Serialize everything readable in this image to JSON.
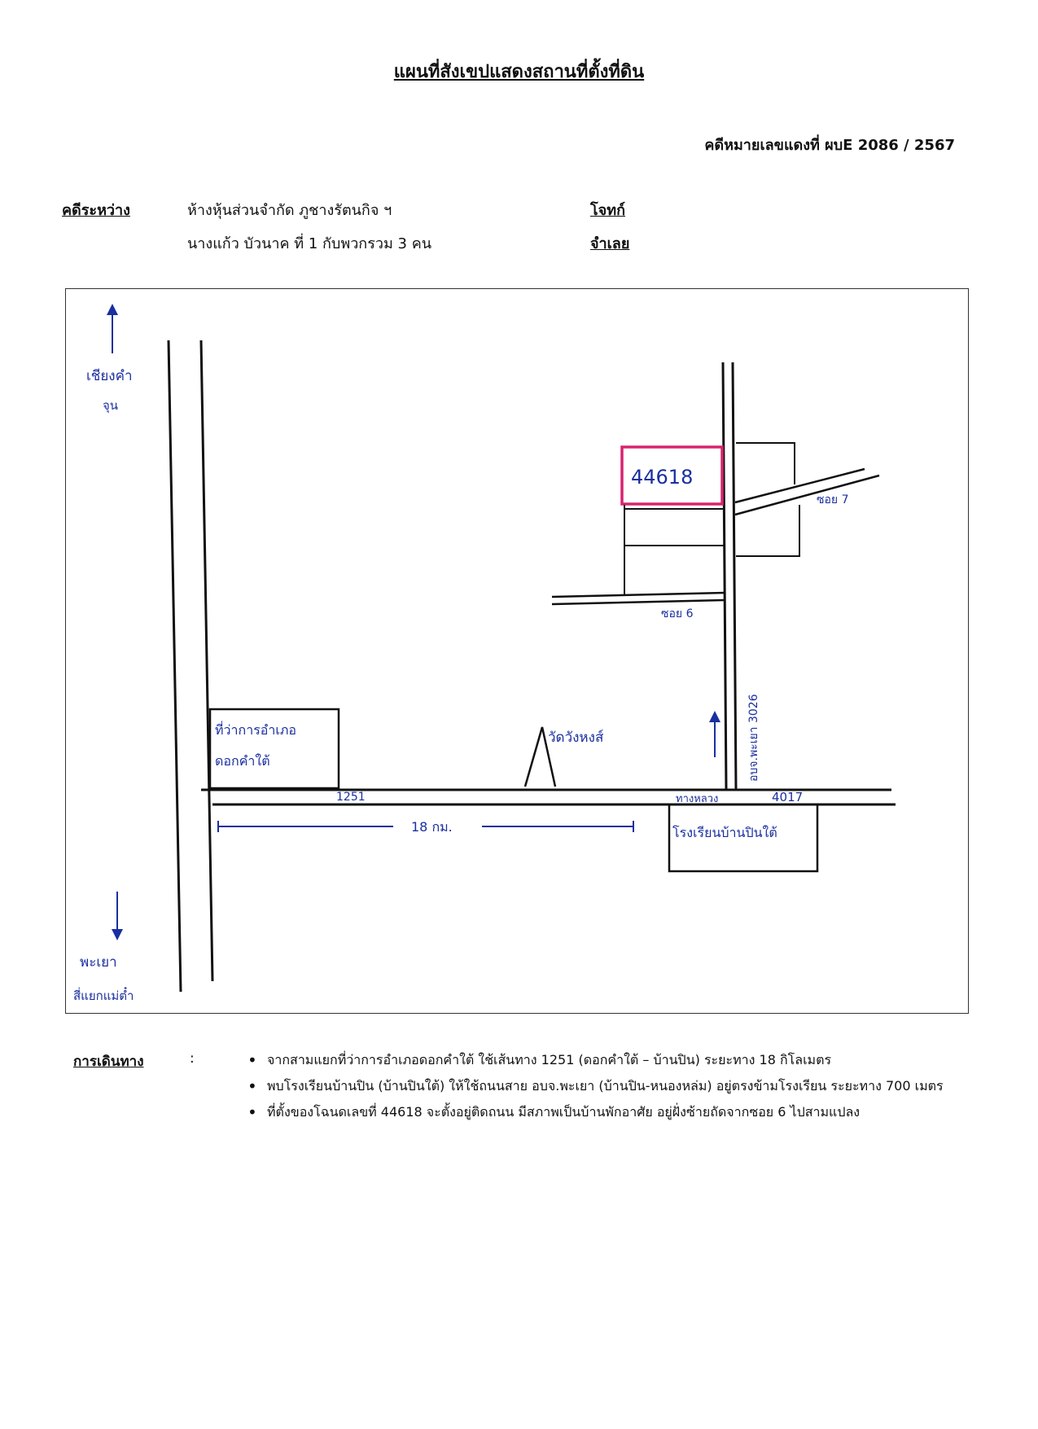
{
  "title": "แผนที่สังเขปแสดงสถานที่ตั้งที่ดิน",
  "case_number": "คดีหมายเลขแดงที่ ผบE 2086 / 2567",
  "parties": {
    "label": "คดีระหว่าง",
    "plaintiff": "ห้างหุ้นส่วนจำกัด ภูชางรัตนกิจ ฯ",
    "plaintiff_role": "โจทก์",
    "defendant": "นางแก้ว บัวนาค ที่ 1 กับพวกรวม 3 คน",
    "defendant_role": "จำเลย"
  },
  "map": {
    "colors": {
      "ink": "#111111",
      "handwriting": "#1a2fa0",
      "parcel": "#d6246e"
    },
    "labels": {
      "north_direction": "เชียงคำ",
      "north_direction_2": "จุน",
      "south_direction": "พะเยา",
      "south_direction_2": "สี่แยกแม่ต๋ำ",
      "district_office_1": "ที่ว่าการอำเภอ",
      "district_office_2": "ดอกคำใต้",
      "road_1251": "1251",
      "distance": "18 กม.",
      "temple": "วัดวังหงส์",
      "highway": "ทางหลวง",
      "road_4017": "4017",
      "school": "โรงเรียนบ้านปินใต้",
      "side_road_vertical": "อบจ.พะเยา 3026",
      "soi_6": "ซอย 6",
      "soi_7": "ซอย 7",
      "parcel_number": "44618"
    }
  },
  "directions": {
    "label": "การเดินทาง",
    "colon": ":",
    "items": [
      "จากสามแยกที่ว่าการอำเภอดอกคำใต้ ใช้เส้นทาง 1251 (ดอกคำใต้ – บ้านปิน) ระยะทาง 18 กิโลเมตร",
      "พบโรงเรียนบ้านปิน (บ้านปินใต้) ให้ใช้ถนนสาย อบจ.พะเยา (บ้านปิน-หนองหล่ม) อยู่ตรงข้ามโรงเรียน ระยะทาง 700 เมตร",
      "ที่ตั้งของโฉนดเลขที่ 44618 จะตั้งอยู่ติดถนน มีสภาพเป็นบ้านพักอาศัย อยู่ฝั่งซ้ายถัดจากซอย 6 ไปสามแปลง"
    ]
  }
}
